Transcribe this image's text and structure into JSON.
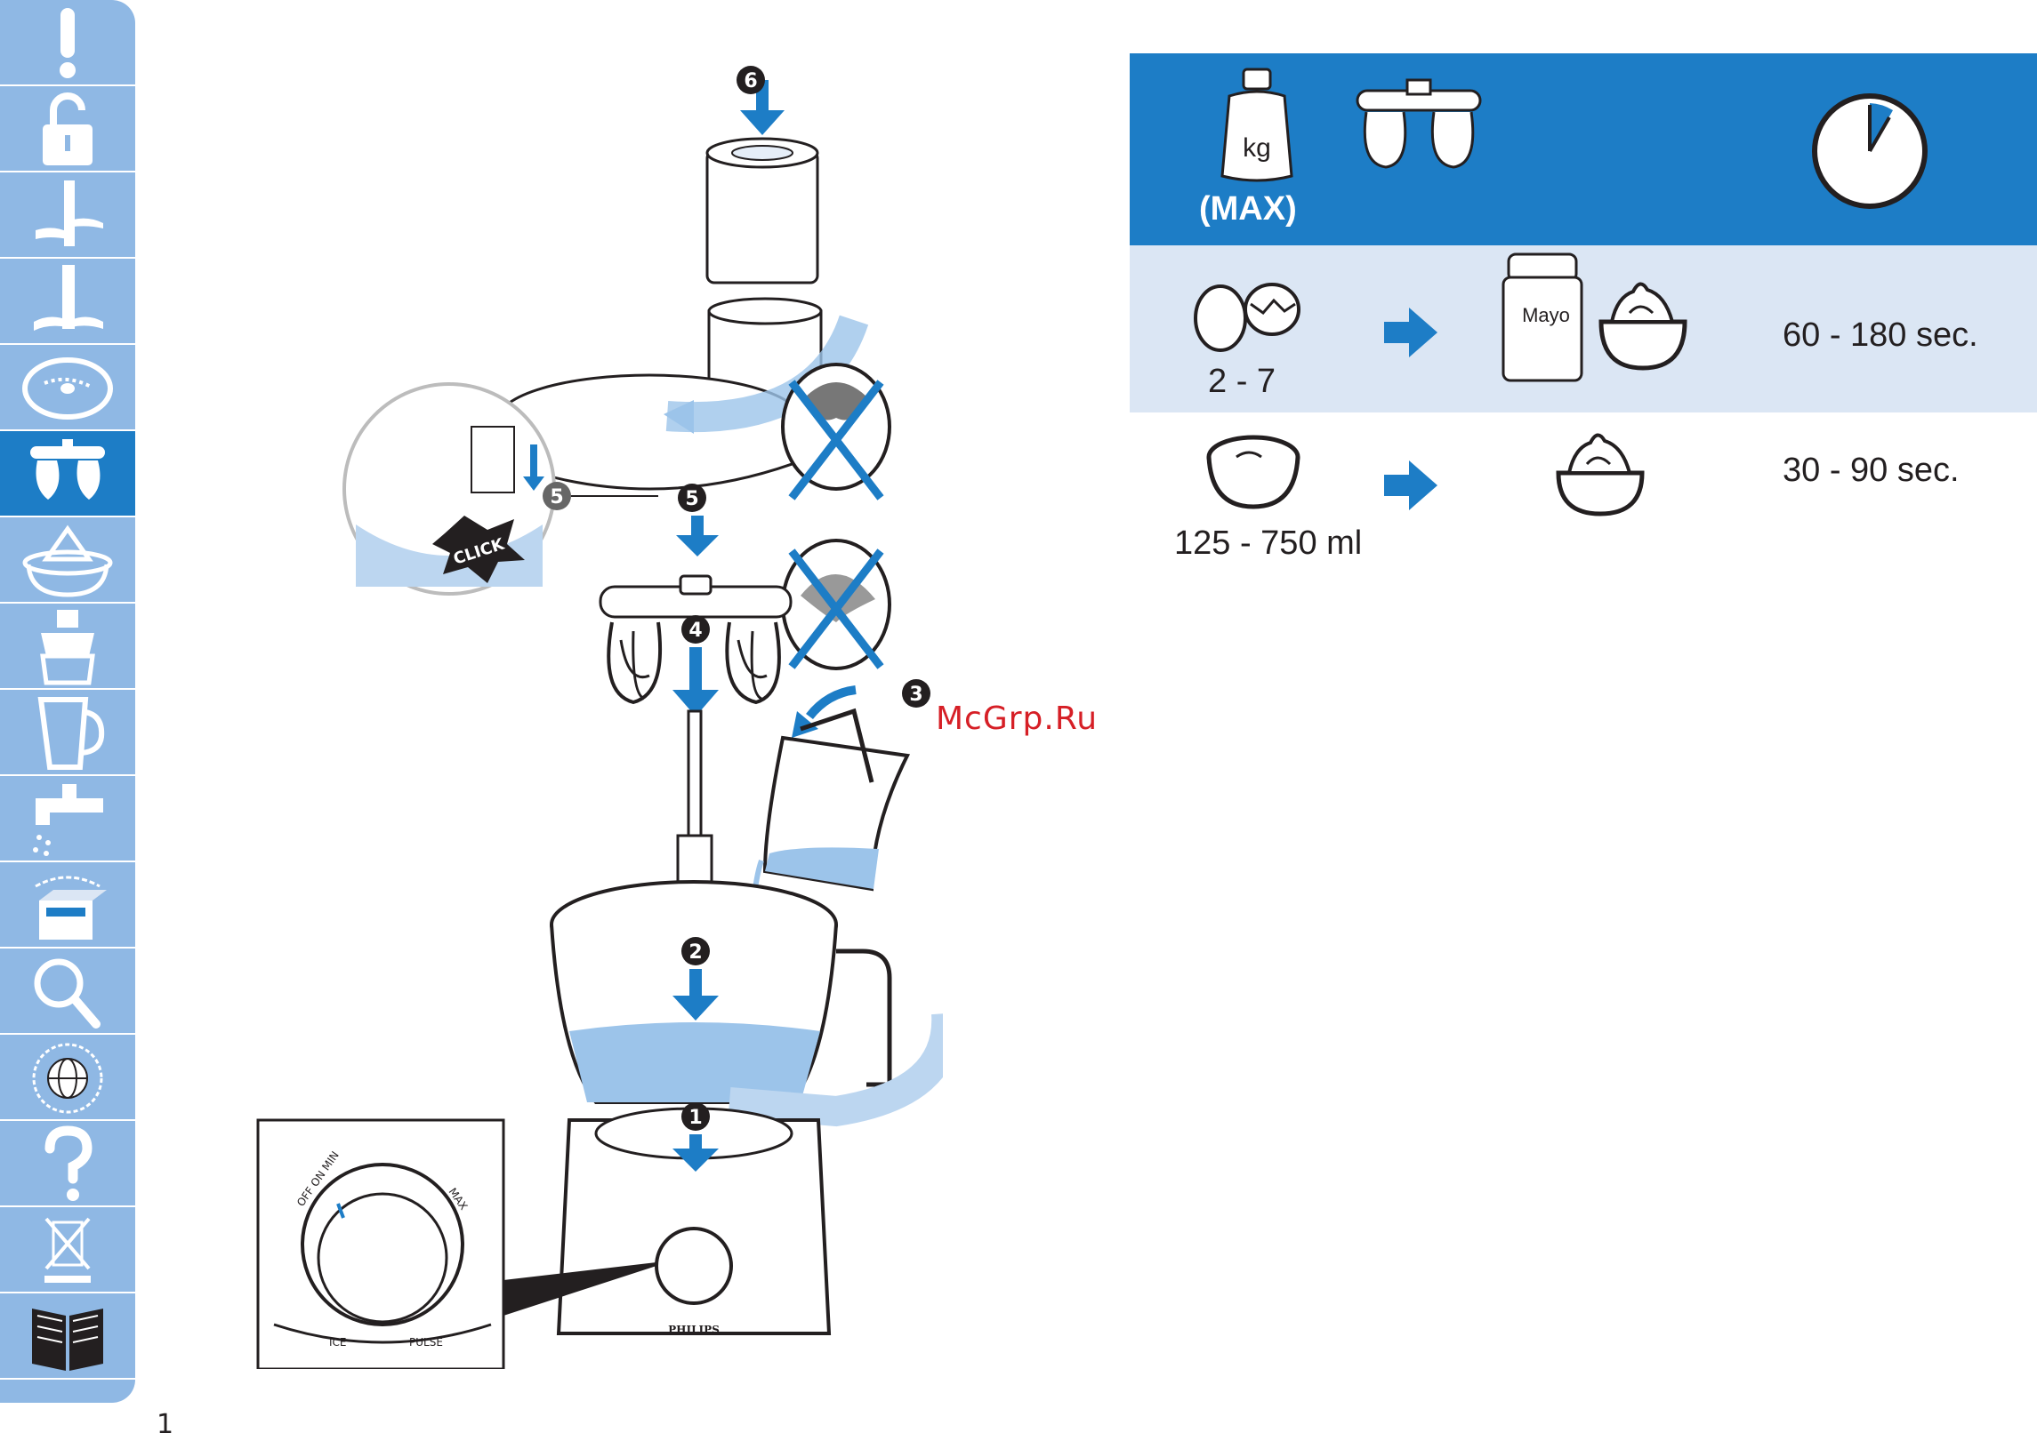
{
  "sidebar": {
    "items": [
      {
        "icon": "warning-icon"
      },
      {
        "icon": "unlock-icon"
      },
      {
        "icon": "chopping-blade-icon"
      },
      {
        "icon": "kneading-blade-icon"
      },
      {
        "icon": "slicing-disc-icon"
      },
      {
        "icon": "double-beater-icon",
        "active": true
      },
      {
        "icon": "citrus-press-icon"
      },
      {
        "icon": "juicer-icon"
      },
      {
        "icon": "blender-jar-icon"
      },
      {
        "icon": "cleaning-tap-icon"
      },
      {
        "icon": "storage-box-icon",
        "label": "STORAGE"
      },
      {
        "icon": "magnifier-icon"
      },
      {
        "icon": "guarantee-globe-icon",
        "label": "WORLD-WIDE GUARANTEE"
      },
      {
        "icon": "question-icon"
      },
      {
        "icon": "crossed-bin-icon"
      },
      {
        "icon": "booklet-icon"
      }
    ]
  },
  "page_number": "1",
  "watermark": "McGrp.Ru",
  "diagram": {
    "steps": [
      "1",
      "2",
      "3",
      "4",
      "5",
      "5",
      "6"
    ],
    "click_label": "CLICK",
    "dial_labels": {
      "off_on_min": "OFF ON MIN",
      "max": "MAX",
      "ice": "ICE",
      "pulse": "PULSE"
    },
    "brand": "PHILIPS"
  },
  "table": {
    "header": {
      "weight_unit": "kg",
      "max_label": "(MAX)",
      "icons": [
        "weight-icon",
        "double-beater-icon",
        "clock-icon"
      ]
    },
    "rows": [
      {
        "quantity": "2 - 7",
        "product_label": "Mayo",
        "time": "60 - 180 sec."
      },
      {
        "quantity": "125 - 750 ml",
        "time": "30 - 90 sec."
      }
    ]
  },
  "colors": {
    "accent": "#1d7dc6",
    "sidebar": "#8fb8e4",
    "row_tint": "#dbe6f4",
    "watermark": "#d61f26"
  }
}
